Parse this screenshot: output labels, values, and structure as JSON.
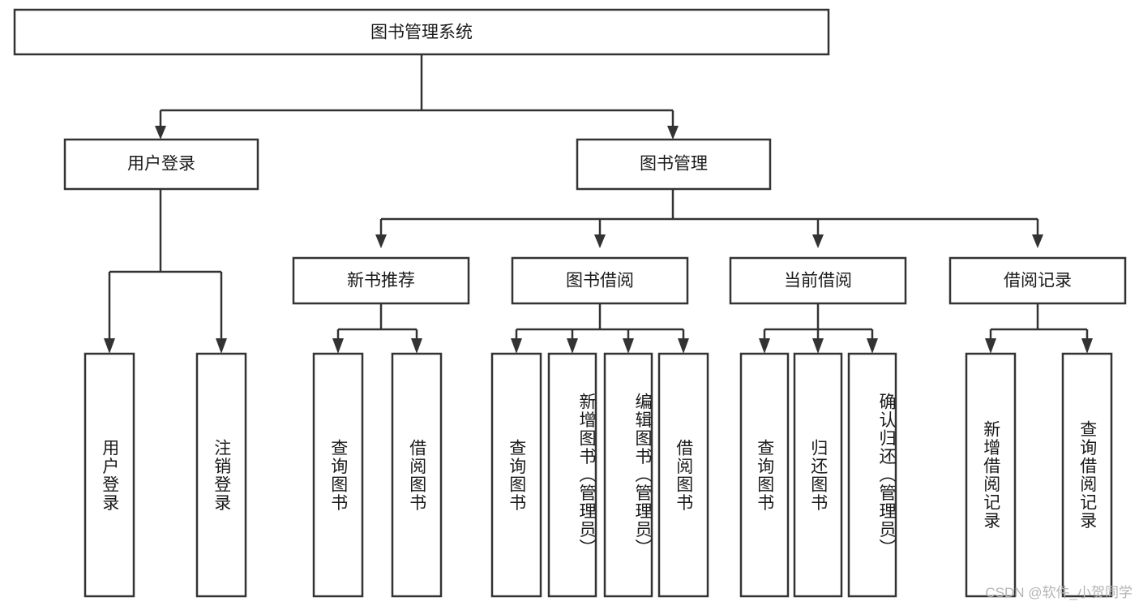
{
  "diagram": {
    "type": "tree",
    "title_text": "图书管理系统",
    "colors": {
      "box_fill": "#ffffff",
      "box_stroke": "#333333",
      "text": "#1a1a1a",
      "watermark": "#b4b4b4",
      "background": "#ffffff"
    },
    "root": {
      "label": "图书管理系统"
    },
    "level1": [
      {
        "label": "用户登录"
      },
      {
        "label": "图书管理"
      }
    ],
    "level2": [
      {
        "label": "新书推荐"
      },
      {
        "label": "图书借阅"
      },
      {
        "label": "当前借阅"
      },
      {
        "label": "借阅记录"
      }
    ],
    "leaves": {
      "user_login": [
        {
          "label": "用户登录"
        },
        {
          "label": "注销登录"
        }
      ],
      "new_book_recommend": [
        {
          "label": "查询图书"
        },
        {
          "label": "借阅图书"
        }
      ],
      "book_borrow": [
        {
          "label": "查询图书"
        },
        {
          "label": "新增图书（管理员）"
        },
        {
          "label": "编辑图书（管理员）"
        },
        {
          "label": "借阅图书"
        }
      ],
      "current_borrow": [
        {
          "label": "查询图书"
        },
        {
          "label": "归还图书"
        },
        {
          "label": "确认归还（管理员）"
        }
      ],
      "borrow_record": [
        {
          "label": "新增借阅记录"
        },
        {
          "label": "查询借阅记录"
        }
      ]
    }
  },
  "watermark": {
    "text": "CSDN @软件_小贺同学"
  }
}
